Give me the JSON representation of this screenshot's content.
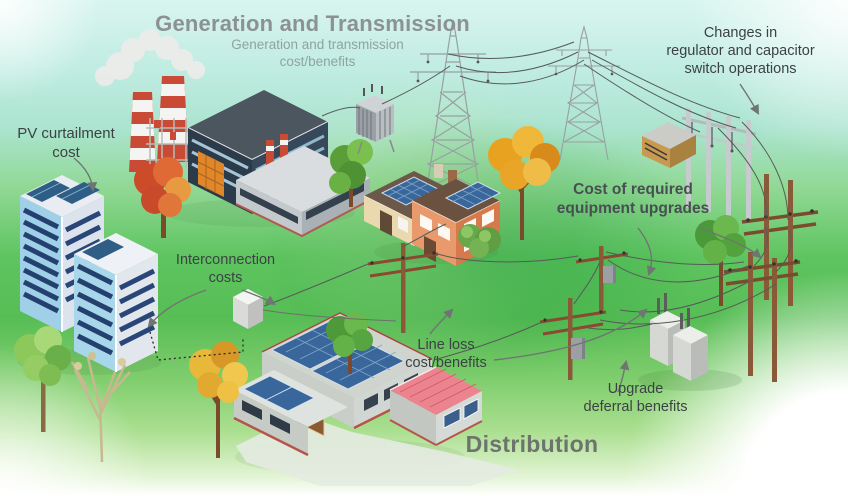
{
  "labels": {
    "generation_title": "Generation and Transmission",
    "generation_subtitle": "Generation and transmission\ncost/benefits",
    "changes_switch": "Changes in\nregulator and capacitor\nswitch operations",
    "pv_curtailment": "PV curtailment\ncost",
    "equipment_upgrades": "Cost of required\nequipment upgrades",
    "interconnection": "Interconnection\ncosts",
    "line_loss": "Line loss\ncost/benefits",
    "upgrade_deferral": "Upgrade\ndeferral benefits",
    "distribution": "Distribution"
  },
  "colors": {
    "title_gray": "#8c9191",
    "subtitle_gray": "#8fa3a0",
    "label_dark": "#3c4244",
    "distribution_gray": "#6d746e",
    "grass_green": "#4db554",
    "sky_cyan": "#c4eee6",
    "solar_panel_blue": "#39679c",
    "smokestack_red": "#c94a35",
    "wood_pole_brown": "#8a5a38",
    "capacitor_tan": "#c89a50"
  },
  "scene": {
    "description": "Isometric electric grid illustration from generation plant through transmission towers to distribution poles, solar homes and buildings"
  }
}
